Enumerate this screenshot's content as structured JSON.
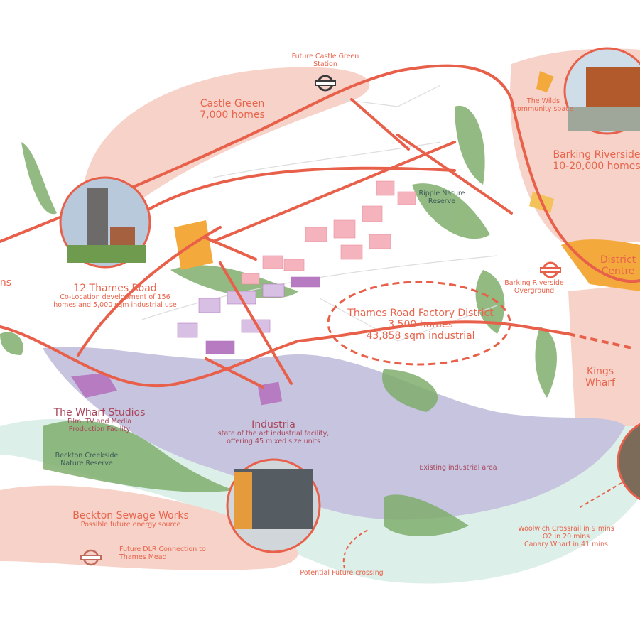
{
  "labels": {
    "castle_green": {
      "title": "Castle Green",
      "sub": "7,000 homes"
    },
    "future_castle_green_station": "Future Castle Green Station",
    "the_wilds": "The Wilds community space",
    "barking_riverside": {
      "title": "Barking Riverside",
      "sub": "10-20,000 homes"
    },
    "ripple_nature_reserve": "Ripple Nature Reserve",
    "district_centre": "District Centre",
    "barking_riverside_overground": "Barking Riverside Overground",
    "twelve_thames_road": {
      "title": "12 Thames Road",
      "line1": "Co-Location development of 156",
      "line2": "homes and 5,000 sqm industrial use"
    },
    "left_edge_fragment": "ns",
    "thames_road_factory_district": {
      "title": "Thames Road Factory District",
      "line1": "3,500 homes",
      "line2": "43,858 sqm industrial"
    },
    "kings_wharf": "Kings Wharf",
    "wharf_studios": {
      "title": "The Wharf Studios",
      "line1": "Film, TV and Media",
      "line2": "Production Facility"
    },
    "industria": {
      "title": "Industria",
      "line1": "state of the art industrial facility,",
      "line2": "offering 45 mixed size units"
    },
    "beckton_creekside": "Beckton Creekside Nature Reserve",
    "existing_industrial": "Existing industrial area",
    "beckton_sewage": {
      "title": "Beckton Sewage Works",
      "sub": "Possible future energy source"
    },
    "future_dlr": "Future DLR Connection to Thames Mead",
    "potential_crossing": "Potential Future crossing",
    "transport_times": {
      "line1": "Woolwich Crossrail in 9 mins",
      "line2": "O2 in 20 mins",
      "line3": "Canary Wharf in 41 mins"
    }
  },
  "colors": {
    "route": "#e8604a",
    "growth_zone": "#f7d2c8",
    "green_space": "#7fae6c",
    "industrial": "#c6c4df",
    "river": "#ddefe9",
    "new_homes": "#f4b3bd",
    "industrial_buildings": "#b77bc2",
    "district_centre": "#f3a93c"
  },
  "icons": [
    "underground-roundel-icon",
    "photo-circle"
  ]
}
